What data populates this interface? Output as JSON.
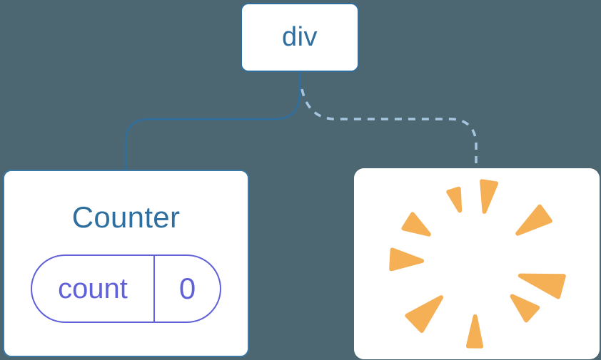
{
  "diagram": {
    "description": "React component tree diagram: div root with Counter child (kept, solid link) and a removed child shown as a poof burst (dashed link)",
    "root": {
      "label": "div"
    },
    "counter": {
      "title": "Counter",
      "state": {
        "key": "count",
        "value": "0"
      }
    },
    "removed": {
      "icon": "poof-burst-icon"
    }
  },
  "colors": {
    "background": "#4C6772",
    "node_blue": "#2E6F9F",
    "counter_card_border": "#3A78A5",
    "dashed_link_blue": "#A5C6DE",
    "state_purple": "#6060D9",
    "poof_orange": "#F5AF55",
    "card_background": "#FFFFFF"
  }
}
